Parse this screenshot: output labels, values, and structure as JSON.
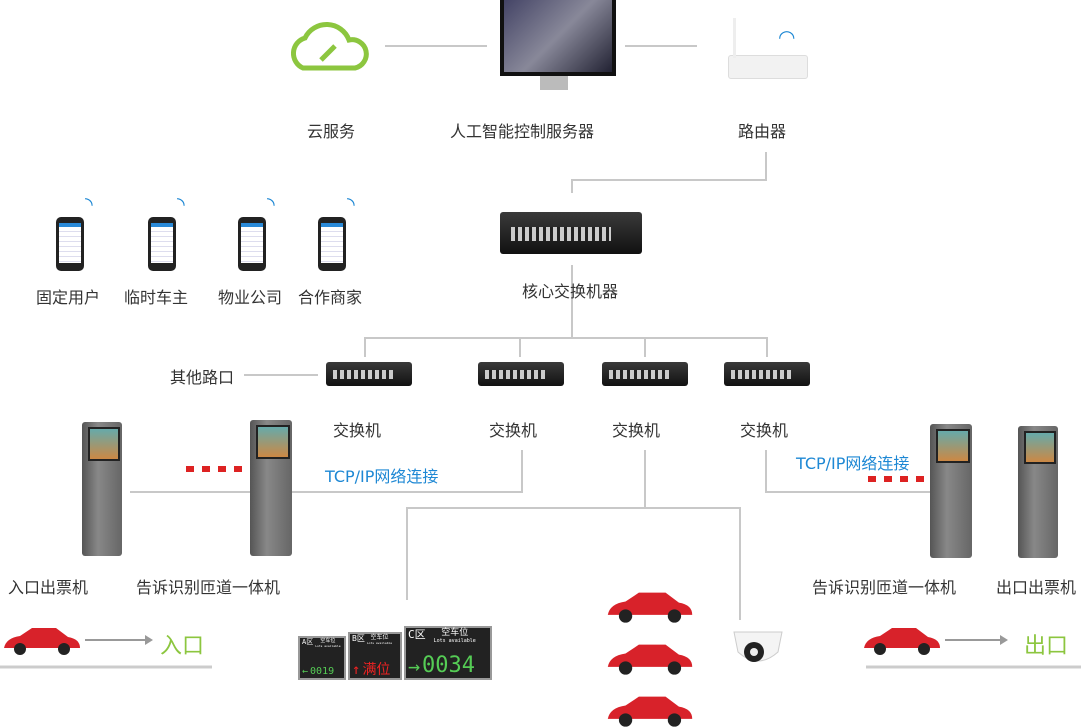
{
  "top": {
    "cloud": "云服务",
    "server": "人工智能控制服务器",
    "router": "路由器"
  },
  "users": [
    "固定用户",
    "临时车主",
    "物业公司",
    "合作商家"
  ],
  "core_switch": "核心交换机器",
  "other_junction": "其他路口",
  "switches": [
    "交换机",
    "交换机",
    "交换机",
    "交换机"
  ],
  "tcp_left": "TCP/IP网络连接",
  "tcp_right": "TCP/IP网络连接",
  "devices": {
    "entry_ticket": "入口出票机",
    "gate_left": "告诉识别匝道一体机",
    "gate_right": "告诉识别匝道一体机",
    "exit_ticket": "出口出票机"
  },
  "entry": "入口",
  "exit": "出口",
  "signs": [
    {
      "zone": "A区",
      "title": "空车位",
      "sub": "Lots available",
      "arrow": "←",
      "value": "0019"
    },
    {
      "zone": "B区",
      "title": "空车位",
      "sub": "Lots available",
      "arrow": "↑",
      "value": "满位"
    },
    {
      "zone": "C区",
      "title": "空车位",
      "sub": "Lots available",
      "arrow": "→",
      "value": "0034"
    }
  ],
  "colors": {
    "accent_green": "#8cc63f",
    "link_blue": "#1e88d4",
    "car_red": "#d8222a"
  }
}
